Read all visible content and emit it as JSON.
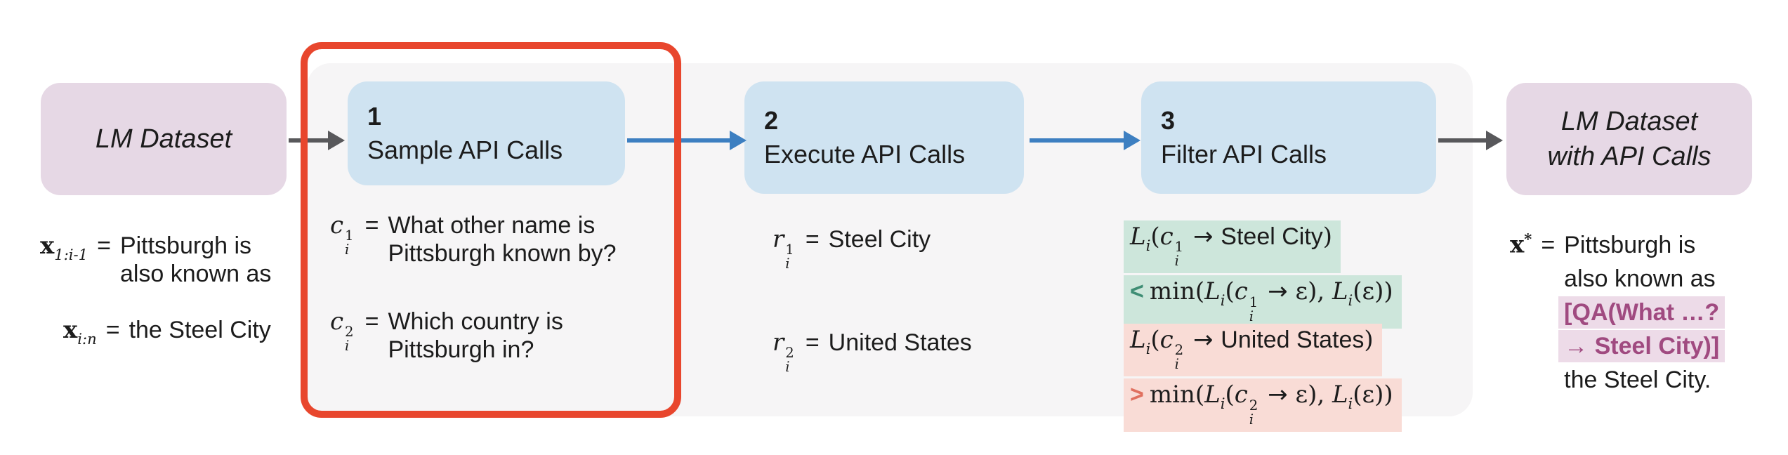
{
  "palette": {
    "pink_node_bg": "#e6d8e5",
    "blue_node_bg": "#cfe3f1",
    "panel_bg": "#f6f5f6",
    "red_frame": "#e8462d",
    "blue_arrow": "#3d7fc1",
    "gray_arrow": "#58585b",
    "green_hl_bg": "#cde6db",
    "green_cmp": "#3e8d74",
    "red_hl_bg": "#f9dcd6",
    "red_cmp": "#e0705f",
    "purple_text": "#a04a80",
    "purple_hl_bg": "#eddbe8",
    "text": "#1c1c1c"
  },
  "nodes": {
    "input": {
      "label": "LM Dataset"
    },
    "step1": {
      "number": "1",
      "title": "Sample API Calls"
    },
    "step2": {
      "number": "2",
      "title": "Execute API Calls"
    },
    "step3": {
      "number": "3",
      "title": "Filter API Calls"
    },
    "output": {
      "line1": "LM Dataset",
      "line2": "with API Calls"
    }
  },
  "input_text": {
    "row1": {
      "var": [
        {
          "t": "var",
          "v": "x",
          "b": true,
          "sub": "1:i-1"
        }
      ],
      "eq": "=",
      "line1": "Pittsburgh is",
      "line2": "also known as"
    },
    "row2": {
      "var": [
        {
          "t": "var",
          "v": "x",
          "b": true,
          "sub": "i:n"
        }
      ],
      "eq": "=",
      "line1": "the Steel City"
    }
  },
  "sampled_calls": [
    {
      "var": [
        {
          "t": "var",
          "v": "c",
          "sub": "i",
          "sup": "1"
        }
      ],
      "eq": "=",
      "line1": "What other name is",
      "line2": "Pittsburgh known by?"
    },
    {
      "var": [
        {
          "t": "var",
          "v": "c",
          "sub": "i",
          "sup": "2"
        }
      ],
      "eq": "=",
      "line1": "Which country is",
      "line2": "Pittsburgh in?"
    }
  ],
  "results": [
    {
      "var": [
        {
          "t": "var",
          "v": "r",
          "sub": "i",
          "sup": "1"
        }
      ],
      "eq": "=",
      "value": "Steel City"
    },
    {
      "var": [
        {
          "t": "var",
          "v": "r",
          "sub": "i",
          "sup": "2"
        }
      ],
      "eq": "=",
      "value": "United States"
    }
  ],
  "filters": [
    {
      "highlight": "green",
      "line1": [
        {
          "t": "var",
          "v": "L",
          "sub": "i"
        },
        {
          "t": "fn",
          "v": "("
        },
        {
          "t": "var",
          "v": "c",
          "sub": "i",
          "sup": "1"
        },
        {
          "t": "arr"
        },
        {
          "t": "txt",
          "v": "Steel City"
        },
        {
          "t": "fn",
          "v": ")"
        }
      ],
      "line2": [
        {
          "t": "cmp",
          "v": "<",
          "c": "green"
        },
        {
          "t": "fn",
          "v": "min("
        },
        {
          "t": "var",
          "v": "L",
          "sub": "i"
        },
        {
          "t": "fn",
          "v": "("
        },
        {
          "t": "var",
          "v": "c",
          "sub": "i",
          "sup": "1"
        },
        {
          "t": "arr"
        },
        {
          "t": "eps",
          "v": "ε"
        },
        {
          "t": "fn",
          "v": "), "
        },
        {
          "t": "var",
          "v": "L",
          "sub": "i"
        },
        {
          "t": "fn",
          "v": "("
        },
        {
          "t": "eps",
          "v": "ε"
        },
        {
          "t": "fn",
          "v": "))"
        }
      ]
    },
    {
      "highlight": "red",
      "line1": [
        {
          "t": "var",
          "v": "L",
          "sub": "i"
        },
        {
          "t": "fn",
          "v": "("
        },
        {
          "t": "var",
          "v": "c",
          "sub": "i",
          "sup": "2"
        },
        {
          "t": "arr"
        },
        {
          "t": "txt",
          "v": "United States"
        },
        {
          "t": "fn",
          "v": ")"
        }
      ],
      "line2": [
        {
          "t": "cmp",
          "v": ">",
          "c": "red"
        },
        {
          "t": "fn",
          "v": "min("
        },
        {
          "t": "var",
          "v": "L",
          "sub": "i"
        },
        {
          "t": "fn",
          "v": "("
        },
        {
          "t": "var",
          "v": "c",
          "sub": "i",
          "sup": "2"
        },
        {
          "t": "arr"
        },
        {
          "t": "eps",
          "v": "ε"
        },
        {
          "t": "fn",
          "v": "), "
        },
        {
          "t": "var",
          "v": "L",
          "sub": "i"
        },
        {
          "t": "fn",
          "v": "("
        },
        {
          "t": "eps",
          "v": "ε"
        },
        {
          "t": "fn",
          "v": "))"
        }
      ]
    }
  ],
  "output_text": {
    "var": [
      {
        "t": "var",
        "v": "x",
        "b": true,
        "sup": "*"
      }
    ],
    "eq": "=",
    "line1": "Pittsburgh is",
    "line2": "also known as",
    "api_line1": "[QA(What …?",
    "api_line2": "→ Steel City)]",
    "line3": "the Steel City."
  }
}
